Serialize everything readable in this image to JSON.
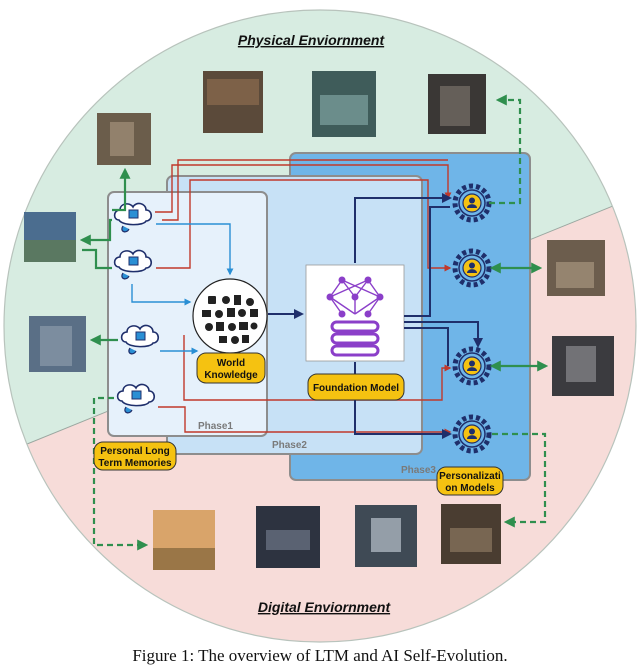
{
  "environments": {
    "physical": "Physical Enviornment",
    "digital": "Digital Enviornment"
  },
  "phases": {
    "phase1": "Phase1",
    "phase2": "Phase2",
    "phase3": "Phase3"
  },
  "labels": {
    "world_knowledge": [
      "World",
      "Knowledge"
    ],
    "foundation_model": "Foundation Model",
    "personal_memories": [
      "Personal Long",
      "Term Memories"
    ],
    "personalization_models": [
      "Personalizati",
      "on Models"
    ]
  },
  "caption": "Figure 1: The overview of LTM and AI Self-Evolution.",
  "colors": {
    "physical_bg": "#d7ece1",
    "digital_bg": "#f7dcd9",
    "phase1_fill": "#e6f1fb",
    "phase2_fill": "#c7e1f6",
    "phase3_fill": "#6fb5e8",
    "label_fill": "#f5c211",
    "green_arrow": "#2f8f4e",
    "red_arrow": "#c0392b",
    "navy_arrow": "#1f2f6b",
    "blue_arrow": "#2a8fd4"
  },
  "icons": {
    "memory": "brain-cloud-icon",
    "knowledge": "knowledge-collage-icon",
    "model": "neural-network-database-icon",
    "personalization": "gear-user-icon"
  }
}
